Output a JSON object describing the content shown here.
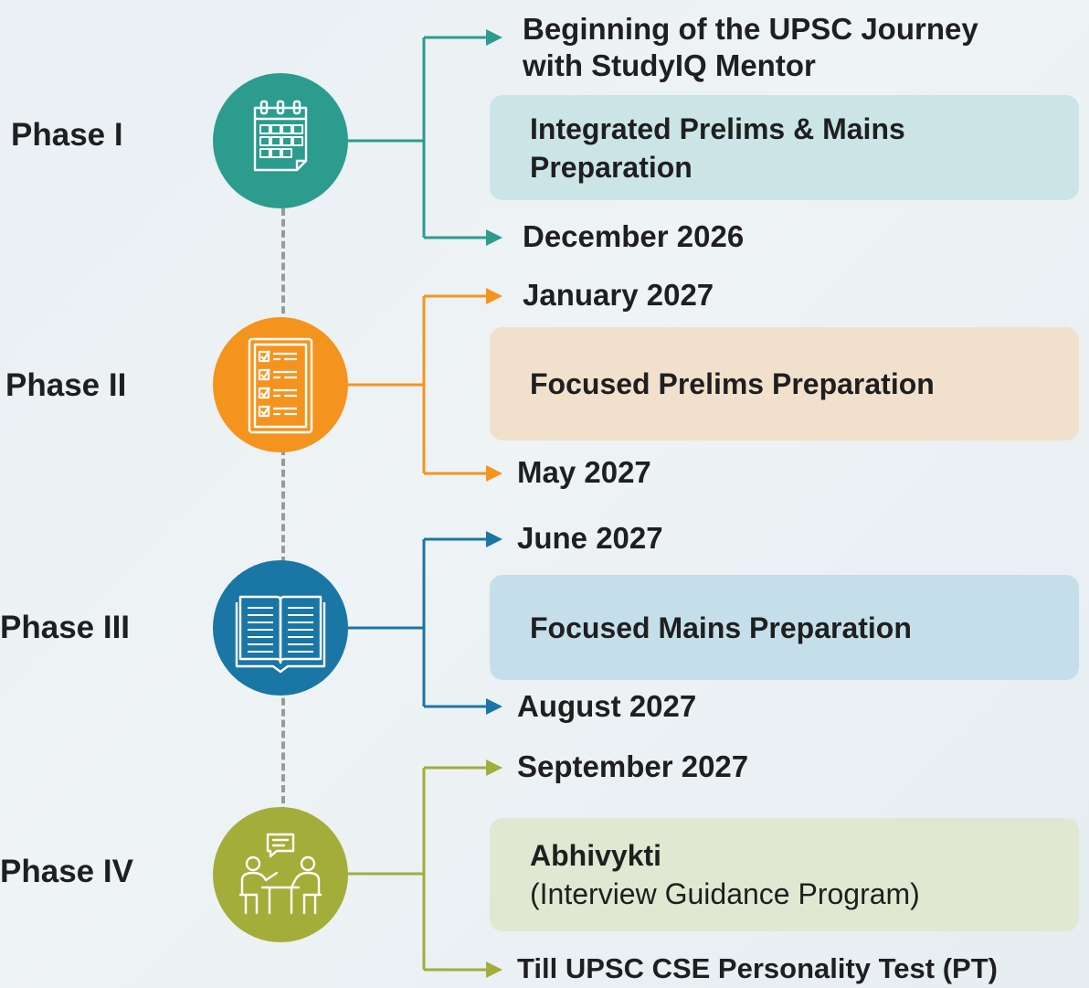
{
  "colors": {
    "phase1": "#2c9c8f",
    "phase2": "#f4941f",
    "phase3": "#1a76a5",
    "phase4": "#a3ad3a",
    "card1": "#cbe5e6",
    "card2": "#f1e1cc",
    "card3": "#c5dfea",
    "card4": "#e0e8d2"
  },
  "phases": [
    {
      "label": "Phase I",
      "icon": "calendar-icon",
      "start": "Beginning of the UPSC Journey",
      "start_line2": "with StudyIQ Mentor",
      "title": "Integrated Prelims & Mains",
      "title_line2": "Preparation",
      "end": "December 2026"
    },
    {
      "label": "Phase II",
      "icon": "checklist-icon",
      "start": "January 2027",
      "title": "Focused Prelims Preparation",
      "end": "May 2027"
    },
    {
      "label": "Phase III",
      "icon": "open-book-icon",
      "start": "June 2027",
      "title": "Focused Mains Preparation",
      "end": "August 2027"
    },
    {
      "label": "Phase IV",
      "icon": "interview-icon",
      "start": "September 2027",
      "title": "Abhivykti",
      "title_line2": "(Interview Guidance Program)",
      "end": "Till UPSC CSE Personality Test (PT)"
    }
  ]
}
